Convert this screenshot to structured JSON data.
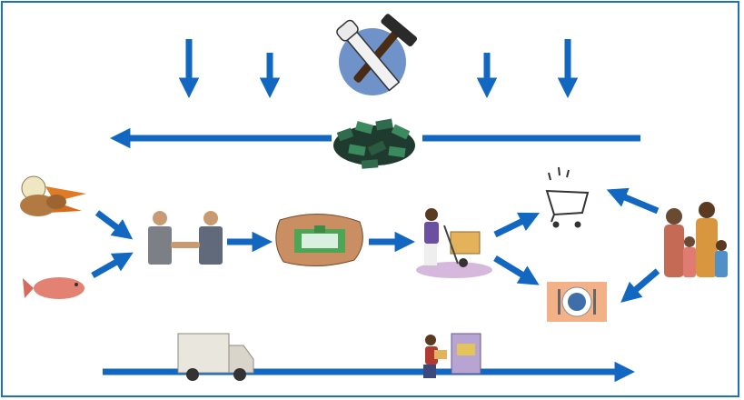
{
  "diagram": {
    "colors": {
      "arrow": "#1267c1",
      "frame": "#1f6fbf",
      "money": "#1f3a2e",
      "truck": "#e9e6dd"
    },
    "nodes": [
      {
        "id": "tools",
        "icon": "hammer-saw-icon"
      },
      {
        "id": "money",
        "icon": "money-pile-icon"
      },
      {
        "id": "produce",
        "icon": "vegetables-icon"
      },
      {
        "id": "fish",
        "icon": "fish-icon"
      },
      {
        "id": "handshake",
        "icon": "handshake-icon"
      },
      {
        "id": "factory",
        "icon": "factory-icon"
      },
      {
        "id": "delivery",
        "icon": "hand-truck-icon"
      },
      {
        "id": "shopping",
        "icon": "shopping-cart-icon"
      },
      {
        "id": "meal",
        "icon": "dinner-plate-icon"
      },
      {
        "id": "family",
        "icon": "family-icon"
      },
      {
        "id": "truck",
        "icon": "delivery-truck-icon"
      },
      {
        "id": "worker",
        "icon": "warehouse-worker-icon"
      }
    ]
  }
}
